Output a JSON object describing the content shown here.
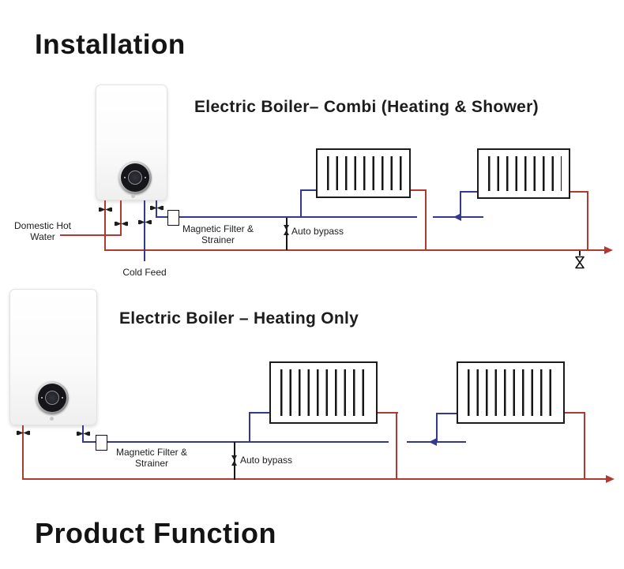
{
  "page": {
    "heading": "Installation",
    "footer_heading": "Product Function"
  },
  "colors": {
    "hot_pipe": "#b03a32",
    "cold_pipe": "#32398f",
    "bypass_line": "#151515",
    "valve": "#1d1d1d"
  },
  "combi_diagram": {
    "title": "Electric Boiler– Combi (Heating & Shower)",
    "labels": {
      "domestic_hot_water": "Domestic Hot Water",
      "cold_feed": "Cold Feed",
      "magnetic_filter": "Magnetic Filter & Strainer",
      "auto_bypass": "Auto bypass"
    }
  },
  "heating_only_diagram": {
    "title": "Electric Boiler – Heating Only",
    "labels": {
      "magnetic_filter": "Magnetic Filter & Strainer",
      "auto_bypass": "Auto bypass"
    }
  }
}
